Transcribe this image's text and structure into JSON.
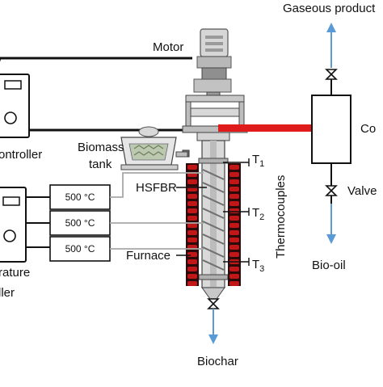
{
  "labels": {
    "gaseous_products": "Gaseous product",
    "motor": "Motor",
    "controller": "ontroller",
    "biomass_tank_line1": "Biomass",
    "biomass_tank_line2": "tank",
    "t1": "T",
    "t1_sub": "1",
    "t2": "T",
    "t2_sub": "2",
    "t3": "T",
    "t3_sub": "3",
    "thermocouples": "Thermocouples",
    "hsfbr": "HSFBR",
    "furnace": "Furnace",
    "condenser": "Co",
    "valve": "Valve",
    "bio_oil": "Bio-oil",
    "biochar": "Biochar",
    "temperature_controller_line1": "rature",
    "temperature_controller_line2": "ller"
  },
  "temperature_displays": [
    "500 °C",
    "500 °C",
    "500 °C"
  ],
  "colors": {
    "heater_red": "#c01818",
    "heater_dark": "#2a0a0a",
    "pipe_red": "#e01b1b",
    "arrow_blue": "#5b9bd5",
    "wire_gray": "#a8a8a8",
    "line_black": "#111111"
  }
}
